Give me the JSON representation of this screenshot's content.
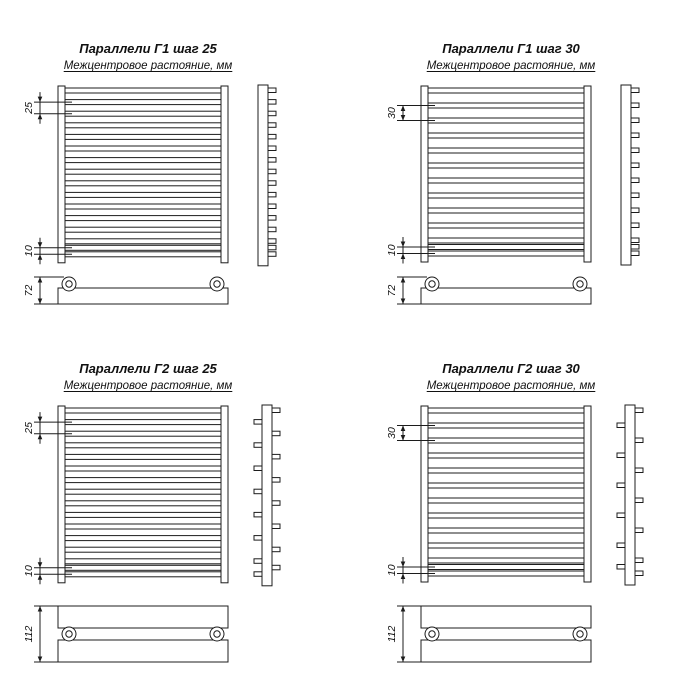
{
  "meta": {
    "background": "#ffffff",
    "line_color": "#1c1c1c",
    "text_color": "#111111"
  },
  "quadrants": [
    {
      "id": "g1-step25",
      "title": "Параллели Г1 шаг 25",
      "subtitle": "Межцентровое растояние, мм",
      "type": "G1",
      "dims": {
        "pitch": "25",
        "tight_pitch": "10",
        "collector_height": "72"
      },
      "rungs_main": 14,
      "rungs_tight": 2
    },
    {
      "id": "g1-step30",
      "title": "Параллели Г1 шаг 30",
      "subtitle": "Межцентровое растояние, мм",
      "type": "G1",
      "dims": {
        "pitch": "30",
        "tight_pitch": "10",
        "collector_height": "72"
      },
      "rungs_main": 11,
      "rungs_tight": 2
    },
    {
      "id": "g2-step25",
      "title": "Параллели Г2 шаг 25",
      "subtitle": "Межцентровое растояние, мм",
      "type": "G2",
      "dims": {
        "pitch": "25",
        "tight_pitch": "10",
        "collector_height": "112"
      },
      "rungs_main": 14,
      "rungs_tight": 2
    },
    {
      "id": "g2-step30",
      "title": "Параллели Г2 шаг 30",
      "subtitle": "Межцентровое растояние, мм",
      "type": "G2",
      "dims": {
        "pitch": "30",
        "tight_pitch": "10",
        "collector_height": "112"
      },
      "rungs_main": 11,
      "rungs_tight": 2
    }
  ]
}
